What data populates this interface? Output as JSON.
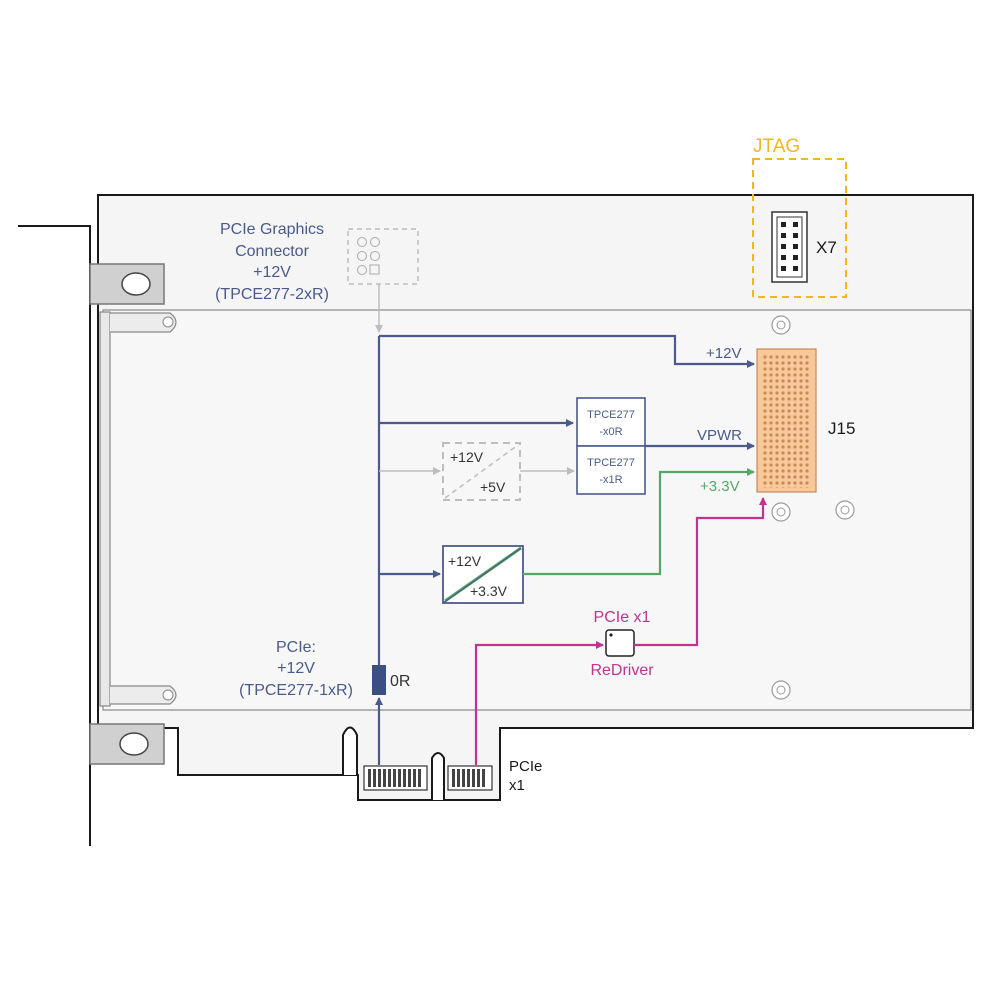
{
  "labels": {
    "jtag": "JTAG",
    "x7": "X7",
    "j15": "J15",
    "gfx_line1": "PCIe Graphics",
    "gfx_line2": "Connector",
    "gfx_line3": "+12V",
    "gfx_line4": "(TPCE277-2xR)",
    "pcie_power_line1": "PCIe:",
    "pcie_power_line2": "+12V",
    "pcie_power_line3": "(TPCE277-1xR)",
    "zero_r": "0R",
    "rail_12v": "+12V",
    "rail_vpwr": "VPWR",
    "rail_33v": "+3.3V",
    "tpce_x0r_line1": "TPCE277",
    "tpce_x0r_line2": "-x0R",
    "tpce_x1r_line1": "TPCE277",
    "tpce_x1r_line2": "-x1R",
    "conv5_in": "+12V",
    "conv5_out": "+5V",
    "conv33_in": "+12V",
    "conv33_out": "+3.3V",
    "redriver_line1": "PCIe x1",
    "redriver_line2": "ReDriver",
    "edge_line1": "PCIe",
    "edge_line2": "x1"
  },
  "colors": {
    "blue": "#4a5a8a",
    "green": "#55a864",
    "magenta": "#c0338f",
    "yellow": "#f3b71e",
    "grey": "#bdbdbd",
    "connector": "#f7c99a"
  }
}
